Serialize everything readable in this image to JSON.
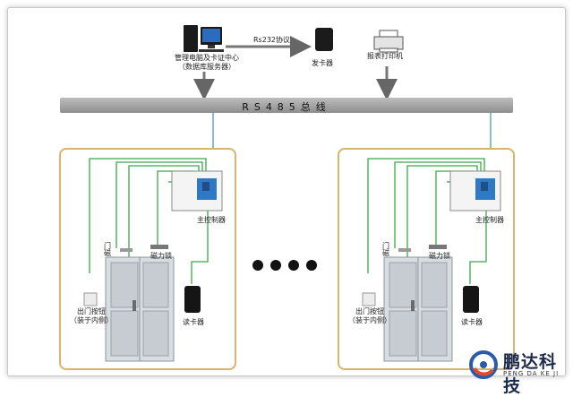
{
  "top": {
    "pc_label_line1": "管理电脑及卡证中心",
    "pc_label_line2": "（数据库服务器）",
    "protocol_label": "Rs232协议",
    "card_issuer_label": "发卡器",
    "printer_label": "报表打印机"
  },
  "bus": {
    "label": "RS485总线"
  },
  "door_unit": {
    "controller_label": "主控制器",
    "door_contact_label_1": "门",
    "door_contact_label_2": "磁",
    "maglock_label": "磁力锁",
    "exit_button_line1": "出门按钮",
    "exit_button_line2": "（装于内侧）",
    "reader_label": "读卡器"
  },
  "brand": {
    "name": "鹏达科技",
    "subtitle": "PENG DA KE JI"
  },
  "colors": {
    "wire_green": "#3aa84a",
    "wire_blue": "#3b8fb8",
    "enclosure": "#d8b56a",
    "bus": "#9a9a9a"
  }
}
